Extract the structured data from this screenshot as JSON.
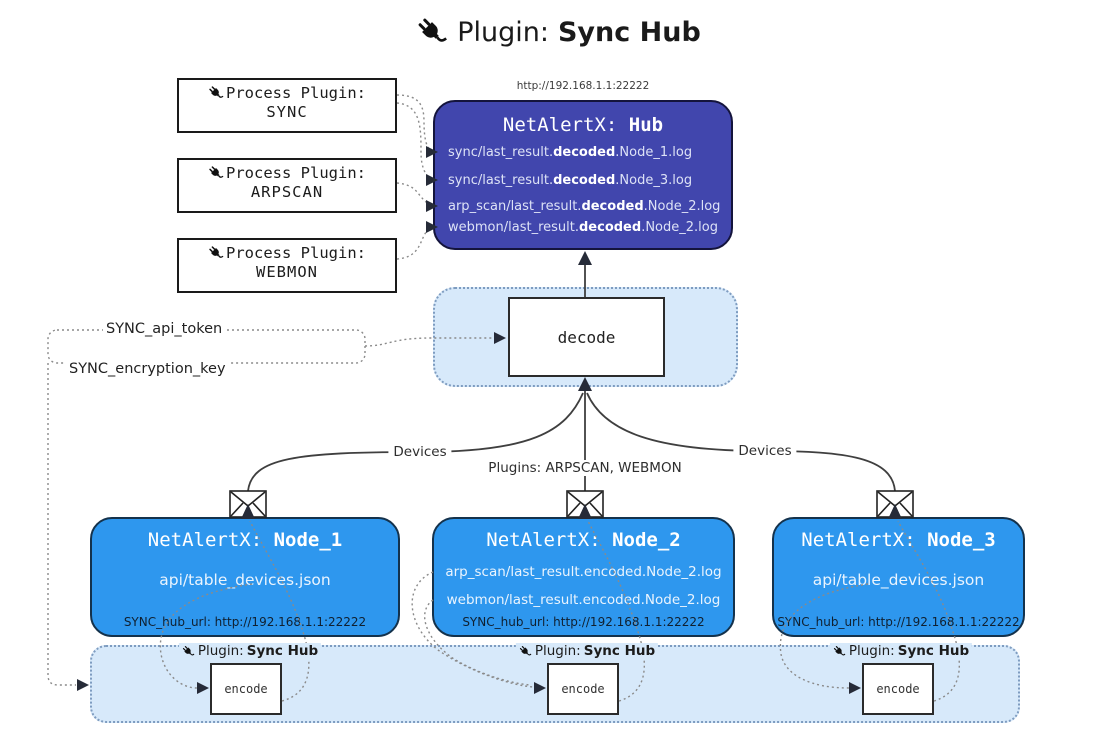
{
  "title": {
    "label": "Plugin:",
    "name": "Sync Hub"
  },
  "process_plugins": [
    {
      "label": "Process Plugin:",
      "name": "SYNC"
    },
    {
      "label": "Process Plugin:",
      "name": "ARPSCAN"
    },
    {
      "label": "Process Plugin:",
      "name": "WEBMON"
    }
  ],
  "hub": {
    "url": "http://192.168.1.1:22222",
    "title_label": "NetAlertX:",
    "title_name": "Hub",
    "logs": [
      {
        "pre": "sync/last_result.",
        "bold": "decoded",
        "post": ".Node_1.log"
      },
      {
        "pre": "sync/last_result.",
        "bold": "decoded",
        "post": ".Node_3.log"
      },
      {
        "pre": "arp_scan/last_result.",
        "bold": "decoded",
        "post": ".Node_2.log"
      },
      {
        "pre": "webmon/last_result.",
        "bold": "decoded",
        "post": ".Node_2.log"
      }
    ]
  },
  "decode_label": "decode",
  "settings": {
    "api_token": "SYNC_api_token",
    "encryption_key": "SYNC_encryption_key"
  },
  "edge_labels": {
    "devices_left": "Devices",
    "devices_right": "Devices",
    "plugins": "Plugins: ARPSCAN, WEBMON"
  },
  "nodes": [
    {
      "title_label": "NetAlertX:",
      "title_name": "Node_1",
      "line1": "api/table_devices.json",
      "hub_url": "SYNC_hub_url: http://192.168.1.1:22222"
    },
    {
      "title_label": "NetAlertX:",
      "title_name": "Node_2",
      "line1": "arp_scan/last_result.encoded.Node_2.log",
      "line2": "webmon/last_result.encoded.Node_2.log",
      "hub_url": "SYNC_hub_url: http://192.168.1.1:22222"
    },
    {
      "title_label": "NetAlertX:",
      "title_name": "Node_3",
      "line1": "api/table_devices.json",
      "hub_url": "SYNC_hub_url: http://192.168.1.1:22222"
    }
  ],
  "encoders": [
    {
      "label": "Plugin:",
      "name": "Sync Hub",
      "box_label": "encode"
    },
    {
      "label": "Plugin:",
      "name": "Sync Hub",
      "box_label": "encode"
    },
    {
      "label": "Plugin:",
      "name": "Sync Hub",
      "box_label": "encode"
    }
  ],
  "colors": {
    "hub_fill": "#4146ad",
    "node_fill": "#2e97ee",
    "panel_fill": "#d7e9fa",
    "panel_border": "#7e9cc0",
    "arrow_dark": "#262b38"
  }
}
